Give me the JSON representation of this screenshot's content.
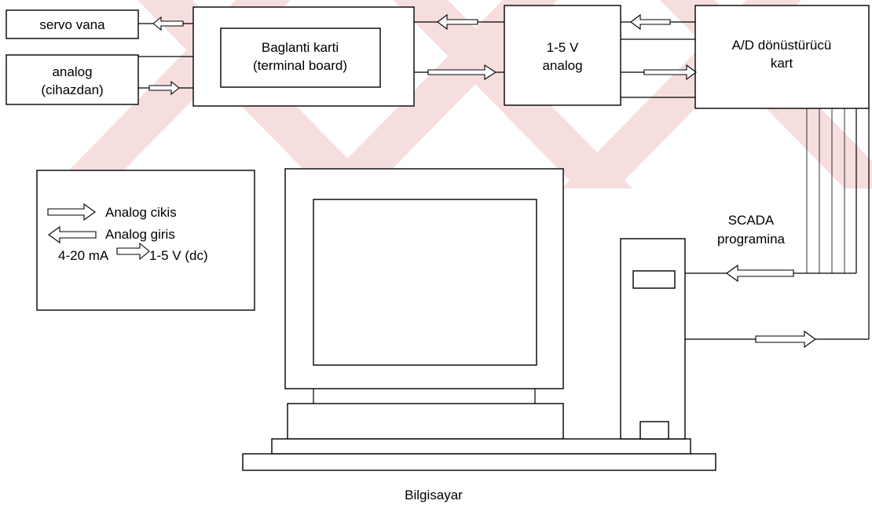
{
  "boxes": {
    "servo": "servo vana",
    "analog_line1": "analog",
    "analog_line2": "(cihazdan)",
    "terminal_line1": "Baglanti karti",
    "terminal_line2": "(terminal board)",
    "conv_line1": "1-5 V",
    "conv_line2": "analog",
    "adc_line1": "A/D dönüstürücü",
    "adc_line2": "kart"
  },
  "legend": {
    "output": "Analog cikis",
    "input": "Analog giris",
    "conv_left": "4-20 mA",
    "conv_right": "1-5 V (dc)"
  },
  "scada_line1": "SCADA",
  "scada_line2": "programina",
  "computer_label": "Bilgisayar",
  "colors": {
    "watermark": "#f2c4c4",
    "stroke": "#000000"
  }
}
